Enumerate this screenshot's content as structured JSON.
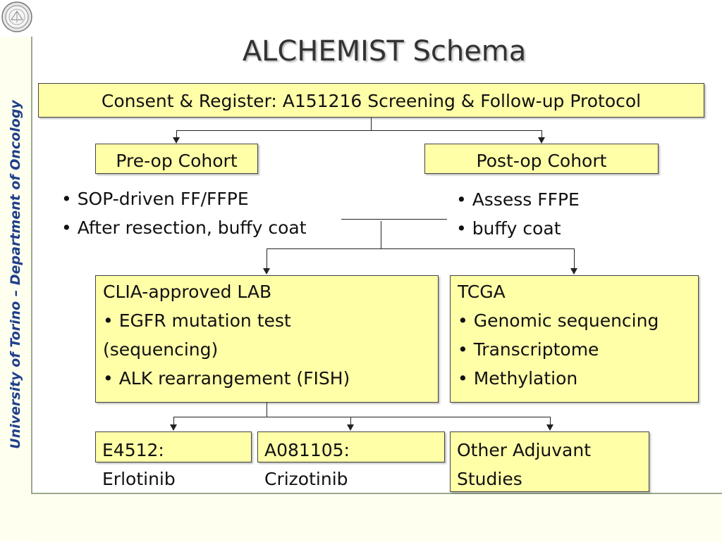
{
  "sidebar": {
    "label": "University of Torino – Department of Oncology"
  },
  "title": "ALCHEMIST Schema",
  "consent_box": {
    "text": "Consent & Register: A151216 Screening & Follow-up Protocol"
  },
  "pre_op": {
    "label": "Pre-op Cohort",
    "bullets": [
      "• SOP-driven FF/FFPE",
      "• After resection, buffy coat"
    ]
  },
  "post_op": {
    "label": "Post-op Cohort",
    "bullets": [
      "• Assess FFPE",
      "• buffy coat"
    ]
  },
  "clia_box": {
    "lines": [
      "CLIA-approved LAB",
      "• EGFR mutation test",
      "(sequencing)",
      "• ALK rearrangement (FISH)"
    ]
  },
  "tcga_box": {
    "lines": [
      "TCGA",
      "• Genomic sequencing",
      "• Transcriptome",
      "• Methylation"
    ]
  },
  "e4512": {
    "line1": "E4512:",
    "line2": "Erlotinib"
  },
  "a081105": {
    "line1": "A081105:",
    "line2": "Crizotinib"
  },
  "other": {
    "line1": "Other Adjuvant",
    "line2": "Studies"
  },
  "colors": {
    "box_fill": "#ffffa8",
    "sidebar_text": "#1f3f8a",
    "band": "#fffff0"
  }
}
